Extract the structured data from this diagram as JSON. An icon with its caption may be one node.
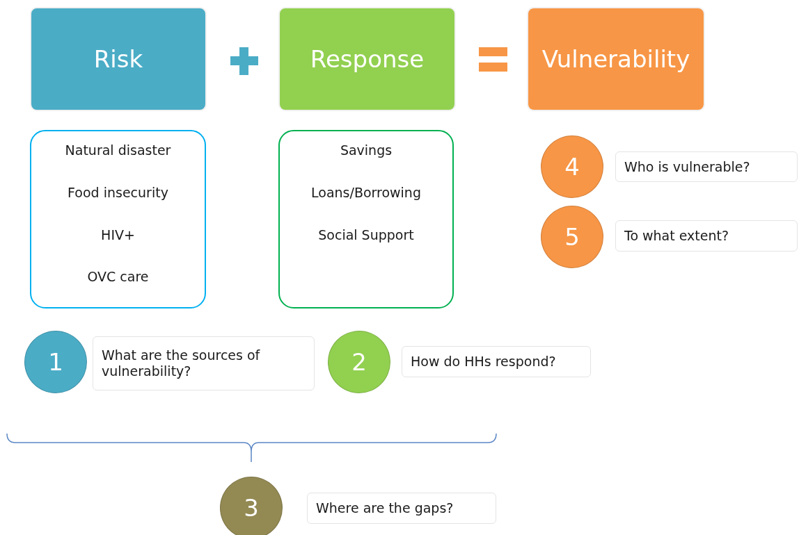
{
  "diagram": {
    "nodes": [
      {
        "text": [
          "Risk"
        ]
      },
      {
        "text": [
          "Response"
        ]
      },
      {
        "text": [
          "Vulnerability"
        ]
      },
      {
        "text": [
          "Natural disaster",
          "Food insecurity",
          "HIV+",
          "OVC care"
        ]
      },
      {
        "text": [
          "Savings",
          "Loans/Borrowing",
          "Social Support"
        ]
      },
      {
        "text": [
          "4"
        ]
      },
      {
        "text": [
          "Who is vulnerable?"
        ]
      },
      {
        "text": [
          "5"
        ]
      },
      {
        "text": [
          "To what extent?"
        ]
      },
      {
        "text": [
          "1"
        ]
      },
      {
        "text": [
          "What are the sources of vulnerability?"
        ]
      },
      {
        "text": [
          "2"
        ]
      },
      {
        "text": [
          "How do HHs respond?"
        ]
      },
      {
        "text": [
          "3"
        ]
      },
      {
        "text": [
          "Where are the gaps?"
        ]
      }
    ]
  }
}
